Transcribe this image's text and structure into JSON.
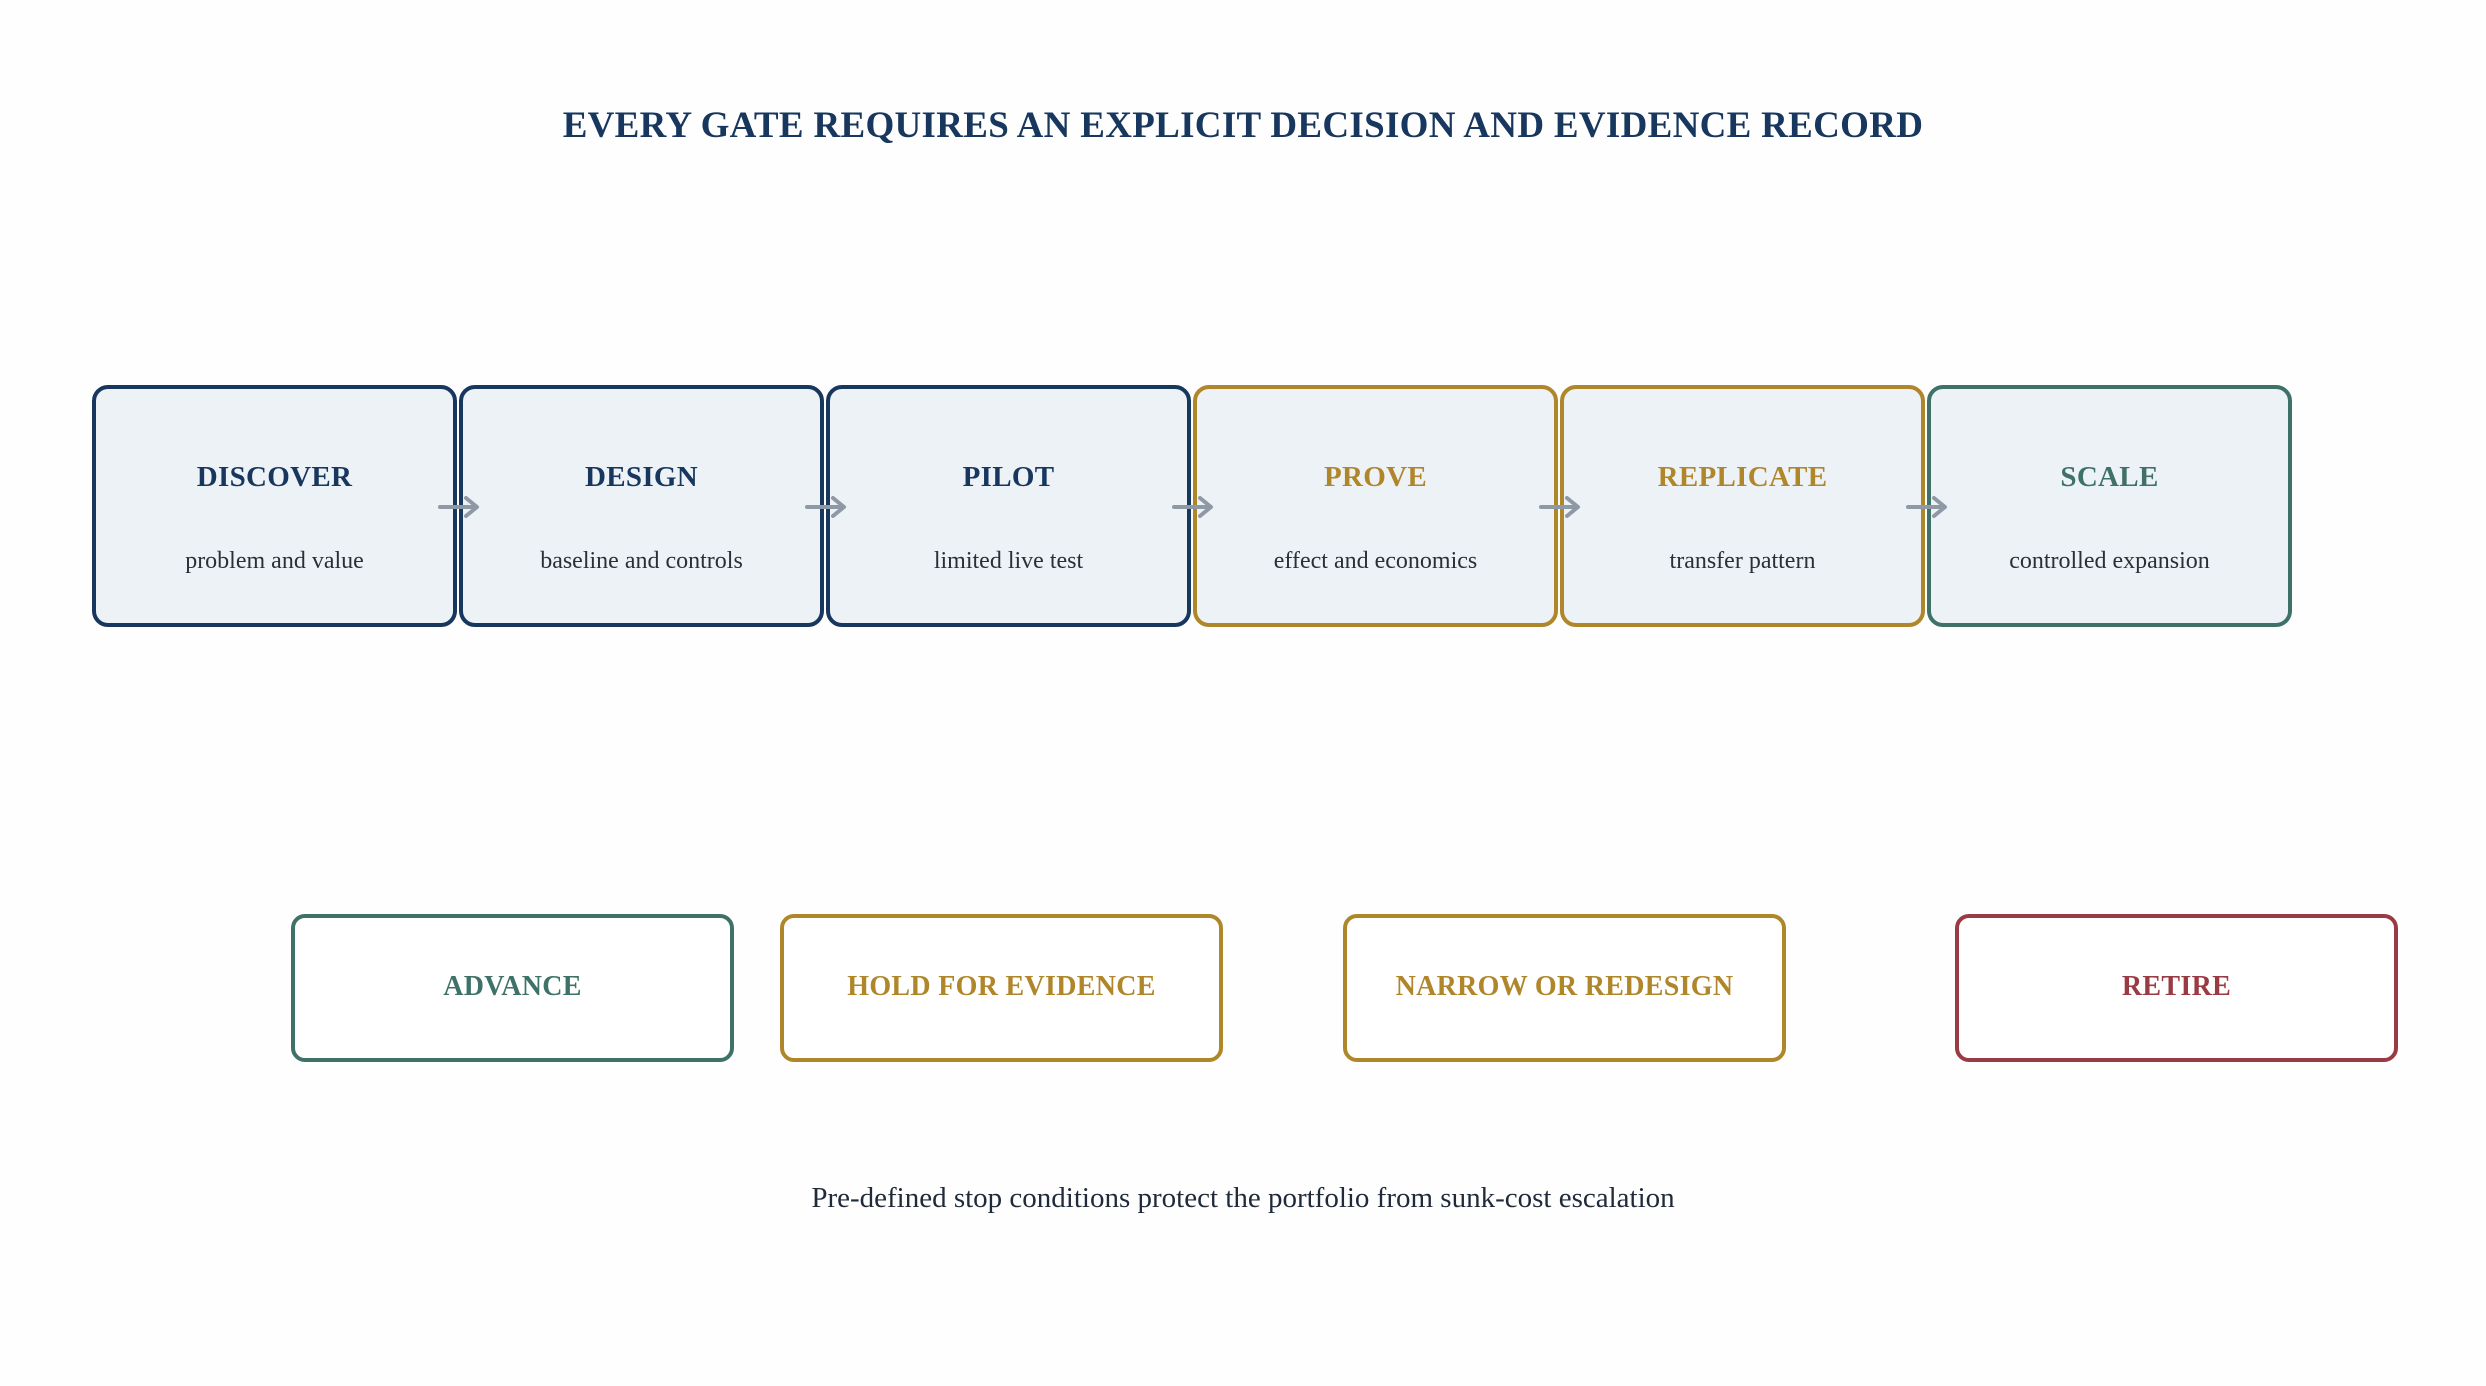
{
  "title": "EVERY GATE REQUIRES AN EXPLICIT DECISION AND EVIDENCE RECORD",
  "colors": {
    "navy": "#17375e",
    "gold": "#b0862a",
    "teal": "#3e7268",
    "red": "#9a3a43",
    "stage_fill": "#edf2f7",
    "arrow": "#8f99a6"
  },
  "stages": [
    {
      "name": "DISCOVER",
      "subtitle": "problem and value",
      "color": "#17375e"
    },
    {
      "name": "DESIGN",
      "subtitle": "baseline and controls",
      "color": "#17375e"
    },
    {
      "name": "PILOT",
      "subtitle": "limited live test",
      "color": "#17375e"
    },
    {
      "name": "PROVE",
      "subtitle": "effect and economics",
      "color": "#b0862a"
    },
    {
      "name": "REPLICATE",
      "subtitle": "transfer pattern",
      "color": "#b0862a"
    },
    {
      "name": "SCALE",
      "subtitle": "controlled expansion",
      "color": "#3e7268"
    }
  ],
  "decisions": [
    {
      "label": "ADVANCE",
      "color": "#3e7268"
    },
    {
      "label": "HOLD FOR EVIDENCE",
      "color": "#b0862a"
    },
    {
      "label": "NARROW OR REDESIGN",
      "color": "#b0862a"
    },
    {
      "label": "RETIRE",
      "color": "#9a3a43"
    }
  ],
  "footnote": "Pre-defined stop conditions protect the portfolio from sunk-cost escalation"
}
